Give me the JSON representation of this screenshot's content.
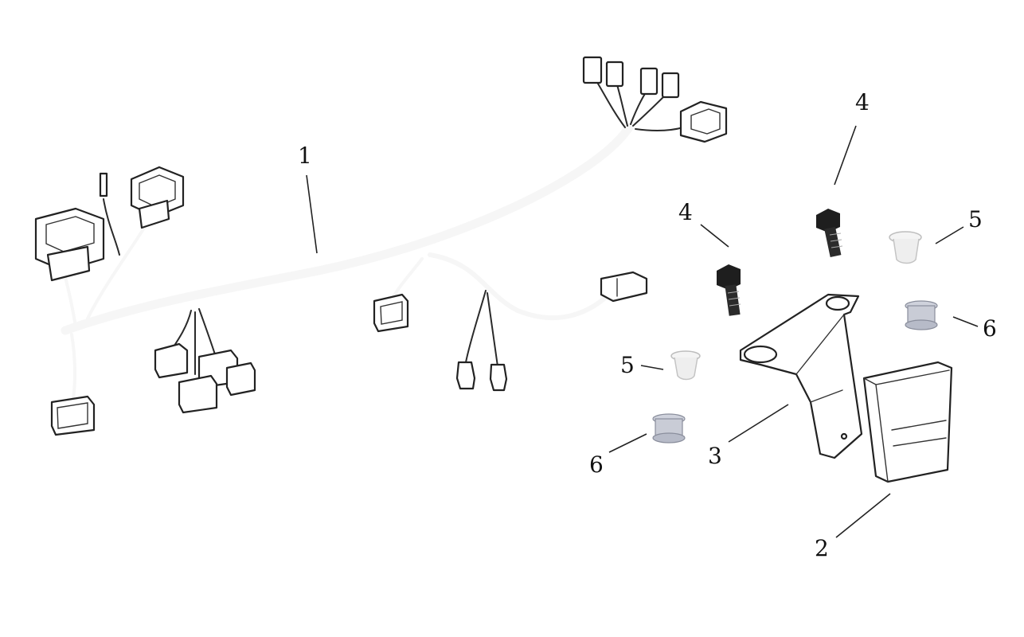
{
  "callouts": [
    {
      "id": "harness",
      "label": "1"
    },
    {
      "id": "ecu",
      "label": "2"
    },
    {
      "id": "bracket",
      "label": "3"
    },
    {
      "id": "bolt_upper",
      "label": "4"
    },
    {
      "id": "bolt_left",
      "label": "4"
    },
    {
      "id": "spacer_right",
      "label": "5"
    },
    {
      "id": "spacer_left",
      "label": "5"
    },
    {
      "id": "grommet_right",
      "label": "6"
    },
    {
      "id": "grommet_left",
      "label": "6"
    }
  ],
  "colors": {
    "line": "#222222",
    "background": "#ffffff",
    "spacer": "#eeeeee",
    "grommet": "#c9ccd6"
  }
}
